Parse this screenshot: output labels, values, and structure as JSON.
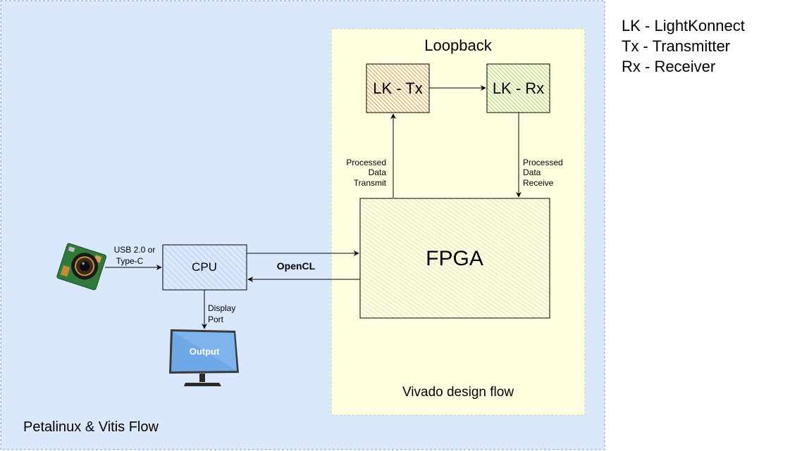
{
  "legend": [
    "LK - LightKonnect",
    "Tx - Transmitter",
    "Rx - Receiver"
  ],
  "outer_region": {
    "label": "Petalinux & Vitis Flow",
    "fill": "#dae8fc"
  },
  "inner_region": {
    "label": "Vivado design flow",
    "fill": "#ffffe0"
  },
  "loopback": {
    "title": "Loopback"
  },
  "lk_tx": {
    "label": "LK - Tx",
    "color": "#e0573c"
  },
  "lk_rx": {
    "label": "LK - Rx",
    "color": "#6ec25a"
  },
  "fpga": {
    "label": "FPGA"
  },
  "cpu": {
    "label": "CPU"
  },
  "camera": {
    "icon": "camera-icon"
  },
  "monitor": {
    "label": "Output",
    "icon": "monitor-icon",
    "screen_color": "#6ea8e6"
  },
  "edges": {
    "usb": [
      "USB 2.0 or",
      "Type-C"
    ],
    "opencl": "OpenCL",
    "display": [
      "Display",
      "Port"
    ],
    "transmit": [
      "Processed",
      "Data",
      "Transmit"
    ],
    "receive": [
      "Processed",
      "Data",
      "Receive"
    ]
  }
}
